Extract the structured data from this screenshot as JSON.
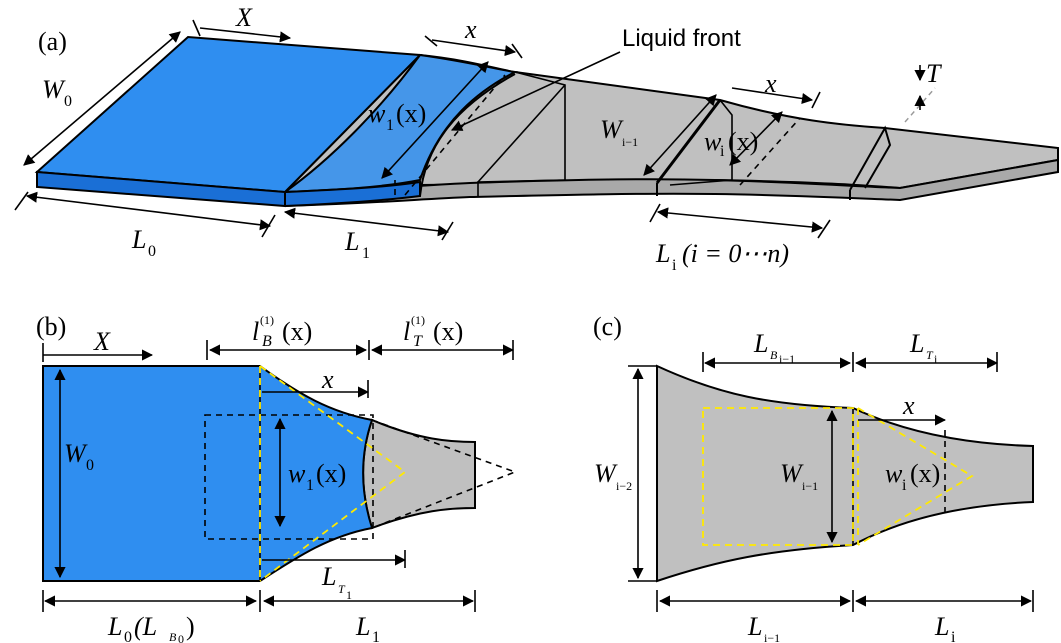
{
  "panels": {
    "a": "(a)",
    "b": "(b)",
    "c": "(c)"
  },
  "colors": {
    "liquid": "#2f8ef0",
    "liquid_dark": "#1a6fd6",
    "strip": "#c0c0c0",
    "strip_dark": "#8e8e8e",
    "front_dash": "#ffe900"
  },
  "labels": {
    "liquid_front": "Liquid front",
    "X": "X",
    "x": "x",
    "T": "T",
    "W": "W",
    "w": "w",
    "L": "L",
    "l": "l",
    "sub_0": "0",
    "sub_1": "1",
    "sub_i": "i",
    "sub_im1": "i−1",
    "sub_im2": "i−2",
    "sup_1": "(1)",
    "sub_B": "B",
    "sub_T": "T",
    "arg_x": "(x)",
    "Li_range": "(i = 0⋯n)",
    "L0_paren": "(L",
    "close_paren": ")",
    "sub_Bim1": "i−1",
    "sub_Ti": "i",
    "sub_T1": "1",
    "sub_B0": "0"
  }
}
